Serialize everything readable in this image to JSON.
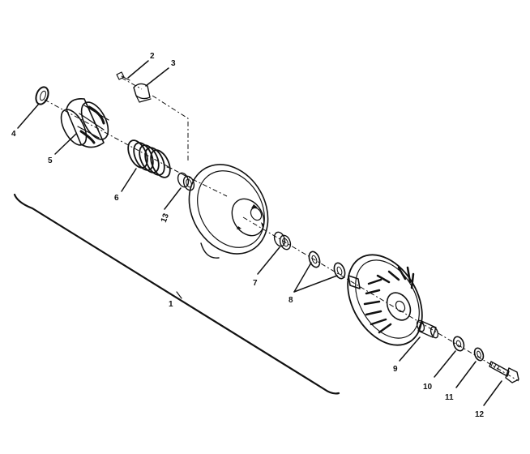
{
  "parts": [
    {
      "id": "assembly",
      "label": "1"
    },
    {
      "id": "screw",
      "label": "2"
    },
    {
      "id": "cam-arm",
      "label": "3"
    },
    {
      "id": "snap-ring",
      "label": "4"
    },
    {
      "id": "helix-cam",
      "label": "5"
    },
    {
      "id": "spring",
      "label": "6"
    },
    {
      "id": "bushing",
      "label": "7"
    },
    {
      "id": "washers",
      "label": "8"
    },
    {
      "id": "spacer",
      "label": "9"
    },
    {
      "id": "flat-washer",
      "label": "10"
    },
    {
      "id": "lock-washer",
      "label": "11"
    },
    {
      "id": "bolt",
      "label": "12"
    },
    {
      "id": "inner-bushing",
      "label": "13"
    }
  ]
}
